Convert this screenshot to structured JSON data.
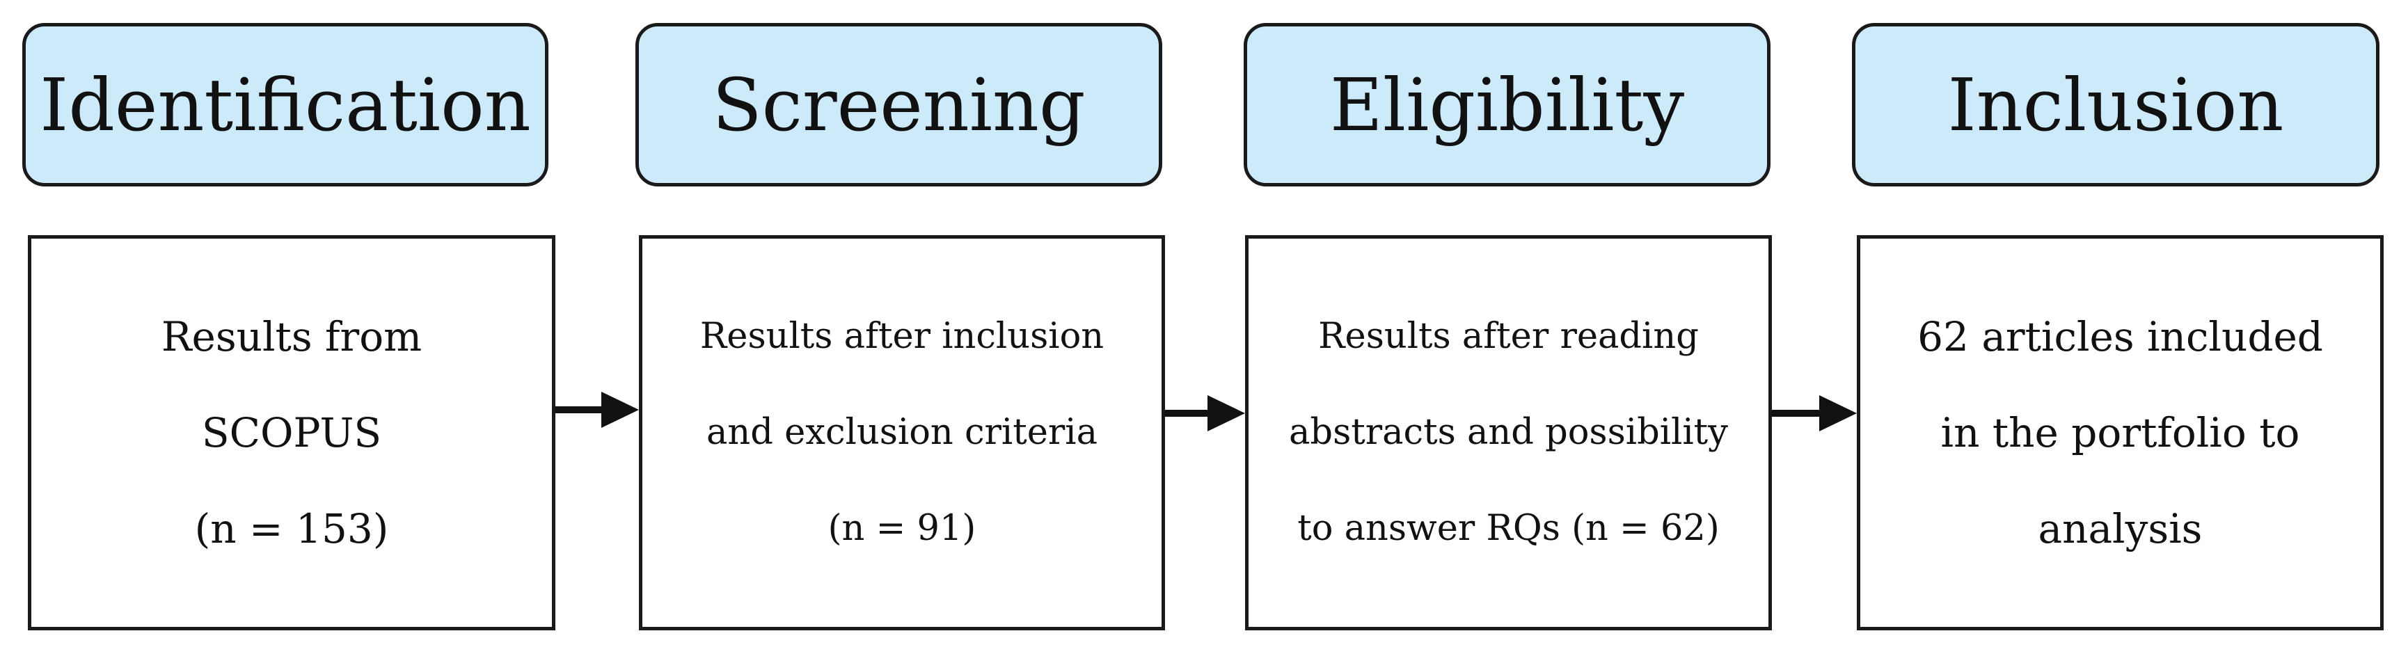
{
  "stages": [
    {
      "header": "Identification",
      "lines": [
        "Results from",
        "SCOPUS",
        "(n = 153)"
      ]
    },
    {
      "header": "Screening",
      "lines": [
        "Results after inclusion",
        "and exclusion criteria",
        "(n = 91)"
      ]
    },
    {
      "header": "Eligibility",
      "lines": [
        "Results after reading",
        "abstracts and possibility",
        "to answer RQs (n = 62)"
      ]
    },
    {
      "header": "Inclusion",
      "lines": [
        "62 articles included",
        "in the portfolio to",
        "analysis"
      ]
    }
  ],
  "colors": {
    "header_fill": "#cdeafb",
    "border": "#1a1a1a",
    "arrow": "#111111"
  }
}
